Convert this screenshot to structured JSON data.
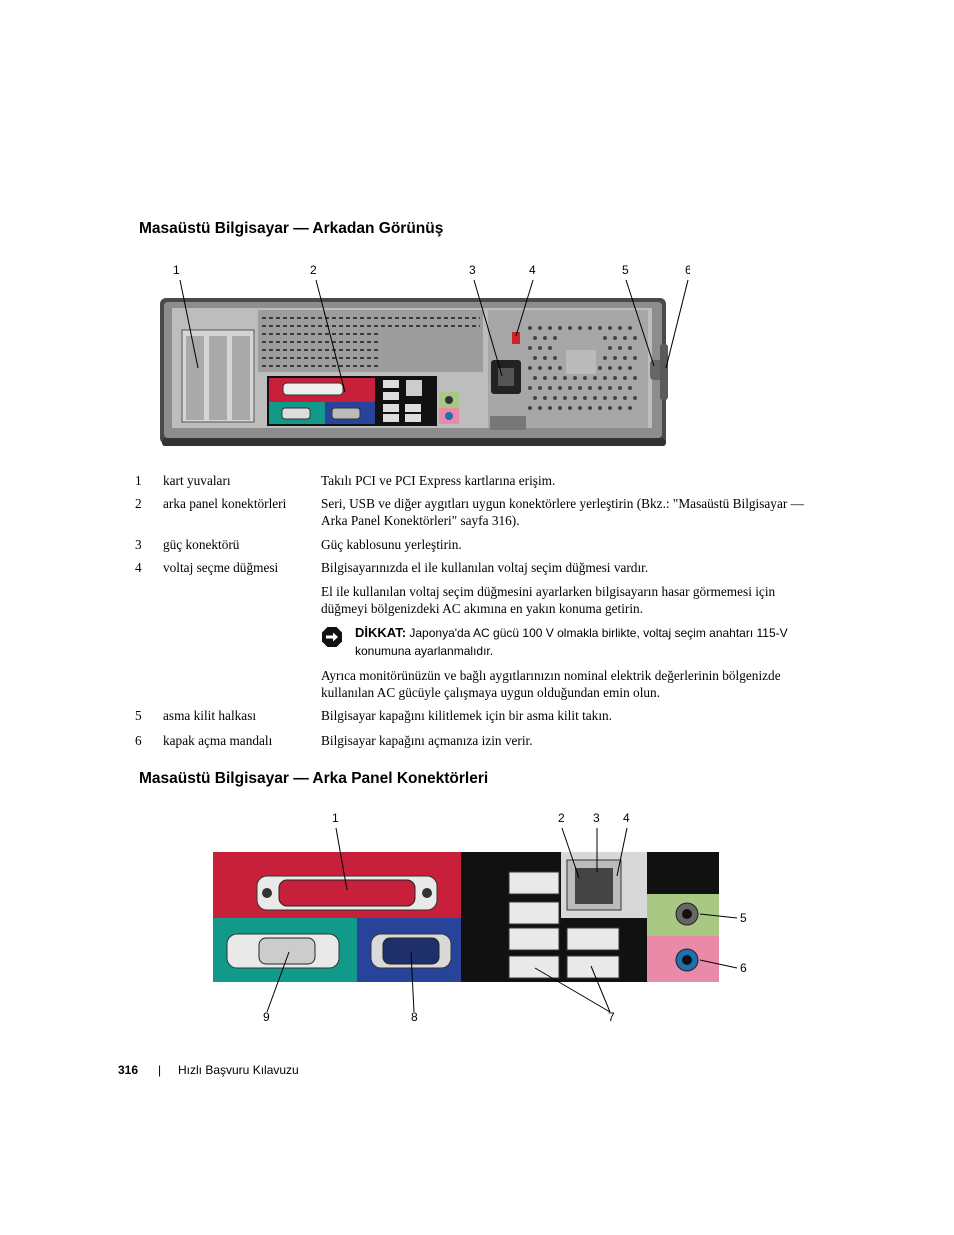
{
  "section1": {
    "heading": "Masaüstü Bilgisayar — Arkadan Görünüş",
    "callouts": [
      "1",
      "2",
      "3",
      "4",
      "5",
      "6"
    ]
  },
  "table": [
    {
      "num": "1",
      "name": "kart yuvaları",
      "desc": "Takılı PCI ve PCI Express kartlarına erişim."
    },
    {
      "num": "2",
      "name": "arka panel konektörleri",
      "desc": "Seri, USB ve diğer aygıtları uygun konektörlere yerleştirin (Bkz.: \"Masaüstü Bilgisayar — Arka Panel Konektörleri\" sayfa 316)."
    },
    {
      "num": "3",
      "name": "güç konektörü",
      "desc": "Güç kablosunu yerleştirin."
    },
    {
      "num": "4",
      "name": "voltaj seçme düğmesi",
      "desc": "Bilgisayarınızda el ile kullanılan voltaj seçim düğmesi vardır."
    },
    {
      "num": "5",
      "name": "asma kilit halkası",
      "desc": "Bilgisayar kapağını kilitlemek için bir asma kilit takın."
    },
    {
      "num": "6",
      "name": "kapak açma mandalı",
      "desc": "Bilgisayar kapağını açmanıza izin verir."
    }
  ],
  "voltage_note": "El ile kullanılan voltaj seçim düğmesini ayarlarken bilgisayarın hasar görmemesi için düğmeyi bölgenizdeki AC akımına en yakın konuma getirin.",
  "caution": {
    "label": "DİKKAT:",
    "text": "Japonya'da AC gücü 100 V olmakla birlikte, voltaj seçim anahtarı 115-V konumuna ayarlanmalıdır."
  },
  "monitor_note": "Ayrıca monitörünüzün ve bağlı aygıtlarınızın nominal elektrik değerlerinin bölgenizde kullanılan AC gücüyle çalışmaya uygun olduğundan emin olun.",
  "section2": {
    "heading": "Masaüstü Bilgisayar — Arka Panel Konektörleri",
    "callouts": [
      "1",
      "2",
      "3",
      "4",
      "5",
      "6",
      "9",
      "8",
      "7"
    ]
  },
  "footer": {
    "page_number": "316",
    "separator": "|",
    "title": "Hızlı Başvuru Kılavuzu"
  },
  "colors": {
    "parallel_red": "#c8203a",
    "serial_teal": "#119a8a",
    "video_blue": "#27449a",
    "audio_green": "#a8c883",
    "audio_pink": "#e88aa8",
    "panel_black": "#111111"
  }
}
